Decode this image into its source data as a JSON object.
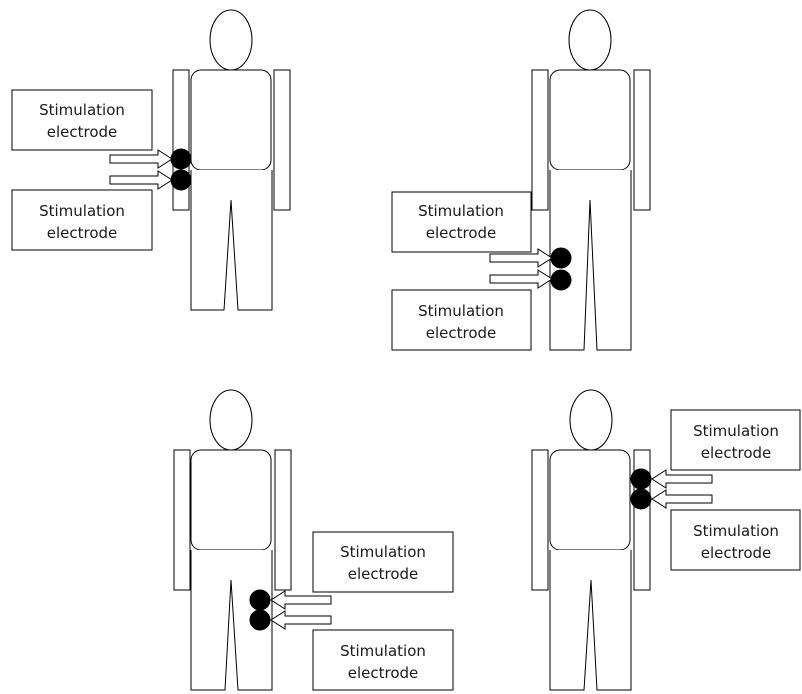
{
  "panels": [
    {
      "id": "panel-top-left",
      "labels": [
        {
          "line1": "Stimulation",
          "line2": "electrode"
        },
        {
          "line1": "Stimulation",
          "line2": "electrode"
        }
      ]
    },
    {
      "id": "panel-top-right",
      "labels": [
        {
          "line1": "Stimulation",
          "line2": "electrode"
        },
        {
          "line1": "Stimulation",
          "line2": "electrode"
        }
      ]
    },
    {
      "id": "panel-bottom-left",
      "labels": [
        {
          "line1": "Stimulation",
          "line2": "electrode"
        },
        {
          "line1": "Stimulation",
          "line2": "electrode"
        }
      ]
    },
    {
      "id": "panel-bottom-right",
      "labels": [
        {
          "line1": "Stimulation",
          "line2": "electrode"
        },
        {
          "line1": "Stimulation",
          "line2": "electrode"
        }
      ]
    }
  ]
}
